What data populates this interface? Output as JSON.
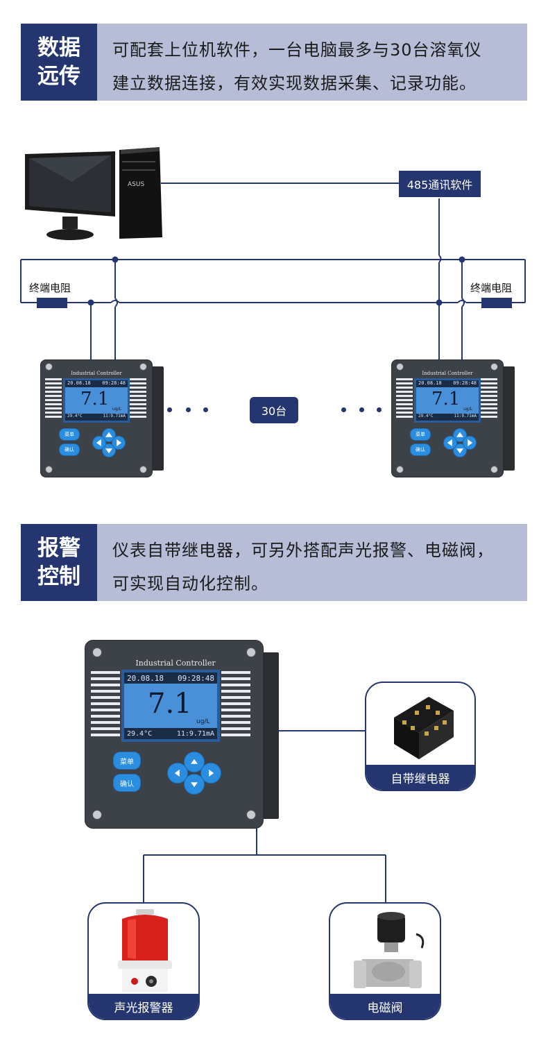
{
  "section1": {
    "tag_line1": "数据",
    "tag_line2": "远传",
    "text_line1": "可配套上位机软件，一台电脑最多与30台溶氧仪",
    "text_line2": "建立数据连接，有效实现数据采集、记录功能。"
  },
  "network": {
    "software_label": "485通讯软件",
    "resistor_left_label": "终端电阻",
    "resistor_right_label": "终端电阻",
    "count_label": "30台",
    "pc_brand": "ASUS"
  },
  "controller": {
    "title": "Industrial Controller",
    "date": "20.08.18",
    "time": "09:28:48",
    "value": "7.1",
    "unit": "ug/L",
    "temperature": "29.4°C",
    "current": "11:9.71mA",
    "menu_button": "菜单",
    "confirm_button": "确认"
  },
  "section2": {
    "tag_line1": "报警",
    "tag_line2": "控制",
    "text_line1": "仪表自带继电器，可另外搭配声光报警、电磁阀，",
    "text_line2": "可实现自动化控制。"
  },
  "peripherals": {
    "relay_label": "自带继电器",
    "alarm_label": "声光报警器",
    "valve_label": "电磁阀"
  },
  "colors": {
    "navy": "#25356f",
    "band": "#b7bcd7",
    "lcd_blue": "#4a90d9",
    "button_blue": "#2b8de0"
  }
}
